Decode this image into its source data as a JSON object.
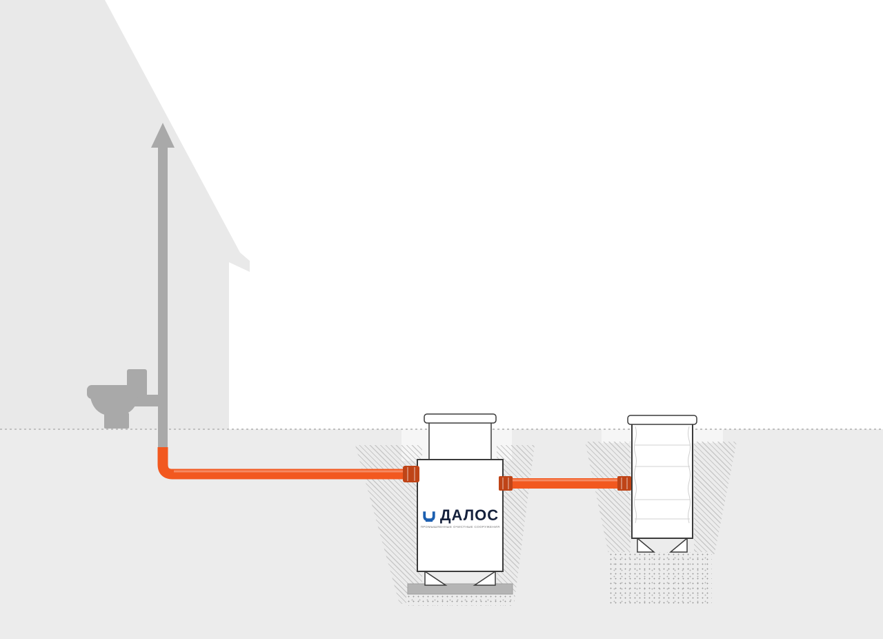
{
  "diagram": {
    "name": "dalos-septic-system-installation-scheme",
    "logo": {
      "text": "ДАЛОС",
      "tagline": "ПРОМЫШЛЕННЫЕ ОЧИСТНЫЕ СООРУЖЕНИЯ"
    },
    "colors": {
      "background": "#ffffff",
      "soil": "#ececec",
      "house": "#e9e9e9",
      "fixture_gray": "#a9a9a9",
      "pipe_orange": "#f2581f",
      "coupling_orange": "#bf4417",
      "outline": "#3a3a3a",
      "hatch": "#c8c8c8",
      "logo_blue": "#1c5fb0",
      "logo_text": "#15213c",
      "slab_gray": "#b4b4b4"
    }
  }
}
